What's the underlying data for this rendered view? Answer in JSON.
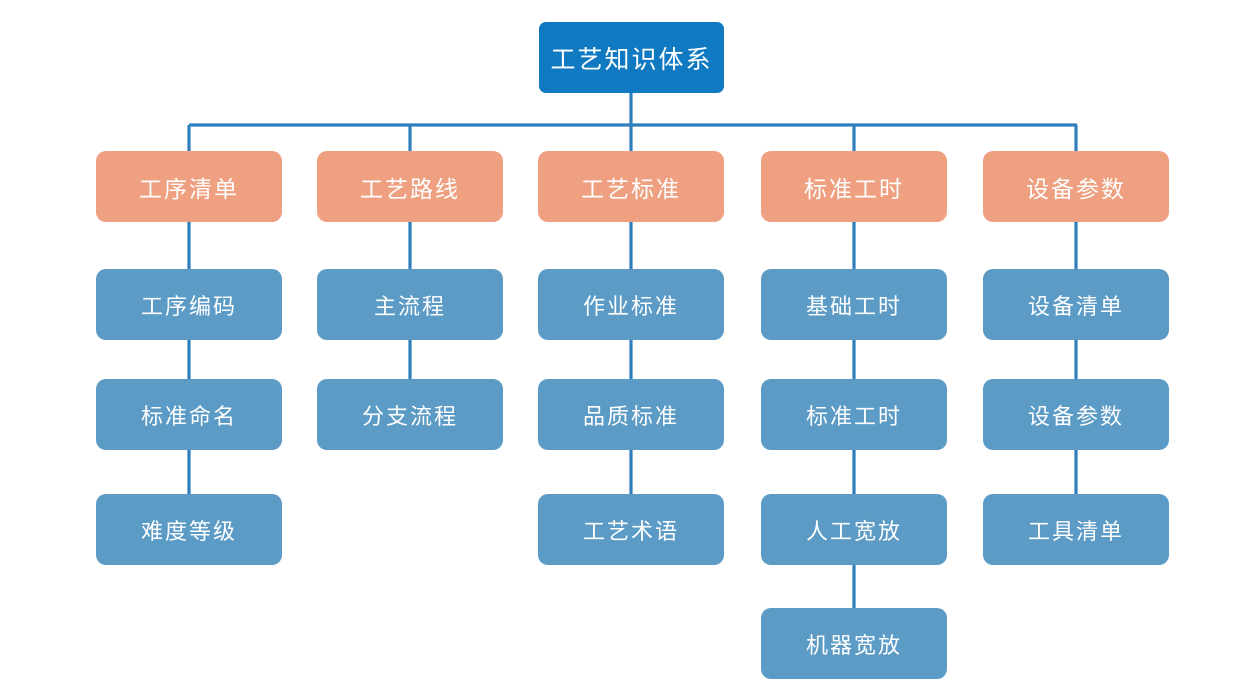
{
  "diagram": {
    "title_node": {
      "label": "工艺知识体系"
    },
    "colors": {
      "root": "#0f7ac2",
      "level1": "#efa080",
      "level2": "#5b9bc5",
      "connector": "#2e7ebc",
      "background": "#ffffff",
      "text": "#ffffff"
    },
    "columns": [
      {
        "heading": "工序清单",
        "children": [
          "工序编码",
          "标准命名",
          "难度等级"
        ]
      },
      {
        "heading": "工艺路线",
        "children": [
          "主流程",
          "分支流程"
        ]
      },
      {
        "heading": "工艺标准",
        "children": [
          "作业标准",
          "品质标准",
          "工艺术语"
        ]
      },
      {
        "heading": "标准工时",
        "children": [
          "基础工时",
          "标准工时",
          "人工宽放",
          "机器宽放"
        ]
      },
      {
        "heading": "设备参数",
        "children": [
          "设备清单",
          "设备参数",
          "工具清单"
        ]
      }
    ]
  }
}
